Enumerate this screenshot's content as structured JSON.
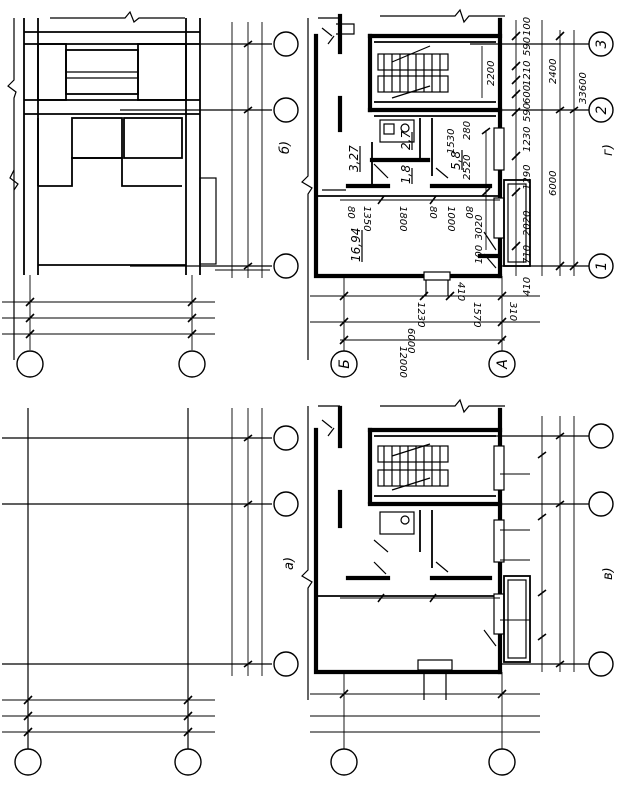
{
  "panel_labels": {
    "a": "а)",
    "b": "б)",
    "v": "в)",
    "g": "г)"
  },
  "axes": {
    "one": "1",
    "two": "2",
    "three": "3",
    "a": "А",
    "b": "Б"
  },
  "areas": {
    "living": "16,94",
    "room": "3,27",
    "hall": "1,8",
    "bath": "2,7",
    "kitchen": "5,8"
  },
  "dims_right": {
    "d2200": "2200",
    "d1530": "1530",
    "d2520": "2520",
    "d280": "280",
    "d710": "710",
    "d2020": "2020",
    "d1290": "1290",
    "d1230": "1230",
    "d590": "590",
    "d600": "600",
    "d1210": "1210",
    "d590b": "590",
    "d100": "100",
    "d2400": "2400",
    "d6000": "6000",
    "d33600": "33600",
    "d410": "410"
  },
  "dims_inner": {
    "d80a": "80",
    "d1350": "1350",
    "d1800": "1800",
    "d80b": "80",
    "d1000": "1000",
    "d80c": "80",
    "d3020": "3020",
    "d100": "100"
  },
  "dims_bottom": {
    "d410": "410",
    "d1230": "1230",
    "d1570": "1570",
    "d310": "310",
    "d6000": "6000",
    "d12000": "12000"
  }
}
